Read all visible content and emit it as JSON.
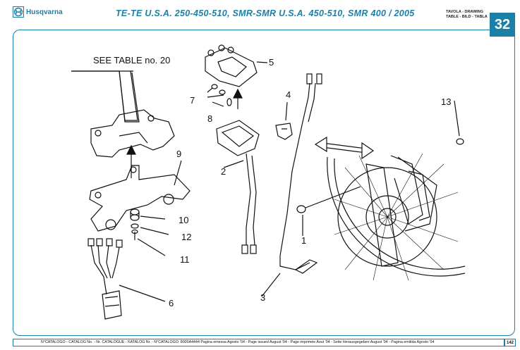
{
  "header": {
    "brand": "Husqvarna",
    "title": "TE-TE U.S.A. 250-450-510, SMR-SMR U.S.A. 450-510, SMR 400 / 2005",
    "tavola_line1": "TAVOLA - DRAWING",
    "tavola_line2": "TABLE - BILD - TABLA",
    "table_number": "32",
    "brand_color": "#1c7fa6"
  },
  "drawing": {
    "see_table": "SEE TABLE no. 20",
    "callouts": [
      "5",
      "7",
      "8",
      "4",
      "2",
      "9",
      "10",
      "12",
      "11",
      "6",
      "1",
      "3",
      "13"
    ]
  },
  "footer": {
    "catalog_text": "N°CATALOGO - CATALOG No. - Nr. CATALOGUE - KATALOG Nr. - N°CATALOGO: 8000A4444 Pagina emessa Agosto '04 - Page issued August '04 - Page imprimée Aout '04 - Seite Herausgegeben August '04 - Pagina emitida Agosto '04",
    "page_number": "142"
  }
}
